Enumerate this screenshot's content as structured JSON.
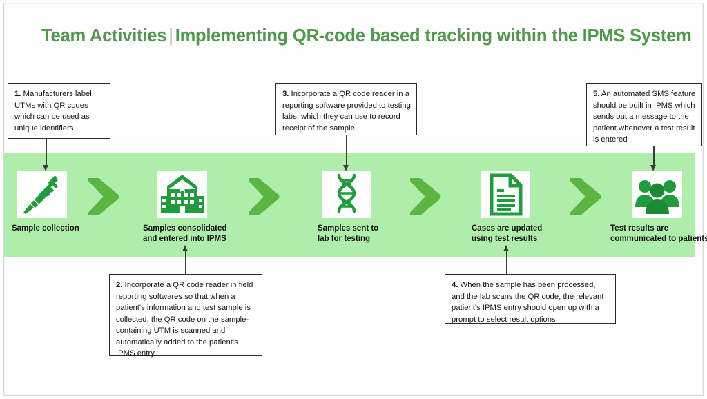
{
  "title": {
    "lead": "Team Activities",
    "separator": "|",
    "rest": "Implementing QR-code based tracking within the IPMS System"
  },
  "colors": {
    "title_green": "#4e9a4a",
    "band_green": "#aeeeaa",
    "chevron_green": "#5cb441",
    "icon_green": "#1f9d3d",
    "callout_border": "#2b2b2b",
    "arrow_gray": "#3c3c3c"
  },
  "flow": {
    "stages": [
      {
        "icon": "syringe-icon",
        "label": "Sample collection"
      },
      {
        "icon": "hospital-building-icon",
        "label": "Samples consolidated\nand entered into IPMS"
      },
      {
        "icon": "dna-helix-icon",
        "label": "Samples sent to\nlab for testing"
      },
      {
        "icon": "document-icon",
        "label": "Cases are updated\nusing test results"
      },
      {
        "icon": "people-group-icon",
        "label": "Test results are\ncommunicated to patients"
      }
    ],
    "connectors": [
      {
        "name": "chevron-right-icon"
      },
      {
        "name": "chevron-right-icon"
      },
      {
        "name": "chevron-right-icon"
      },
      {
        "name": "chevron-right-icon"
      }
    ]
  },
  "callouts": [
    {
      "number": "1.",
      "text": " Manufacturers label UTMs with QR codes which can be used as  unique identifiers",
      "position": "top"
    },
    {
      "number": "2.",
      "text": " Incorporate a QR code reader in field reporting softwares so that when a patient's information and test sample is collected, the QR code on the sample-containing UTM is scanned and automatically added to the patient's IPMS entry",
      "position": "bottom"
    },
    {
      "number": "3.",
      "text": " Incorporate a QR code reader in a reporting software provided to testing labs, which they can use to record receipt of the sample",
      "position": "top"
    },
    {
      "number": "4.",
      "text": " When the sample has been processed, and the lab scans the QR code, the relevant patient's IPMS entry should open up with a prompt to select result options",
      "position": "bottom"
    },
    {
      "number": "5.",
      "text": " An automated SMS feature should be built in  IPMS which sends out a message to the patient whenever a test result is entered",
      "position": "top"
    }
  ]
}
